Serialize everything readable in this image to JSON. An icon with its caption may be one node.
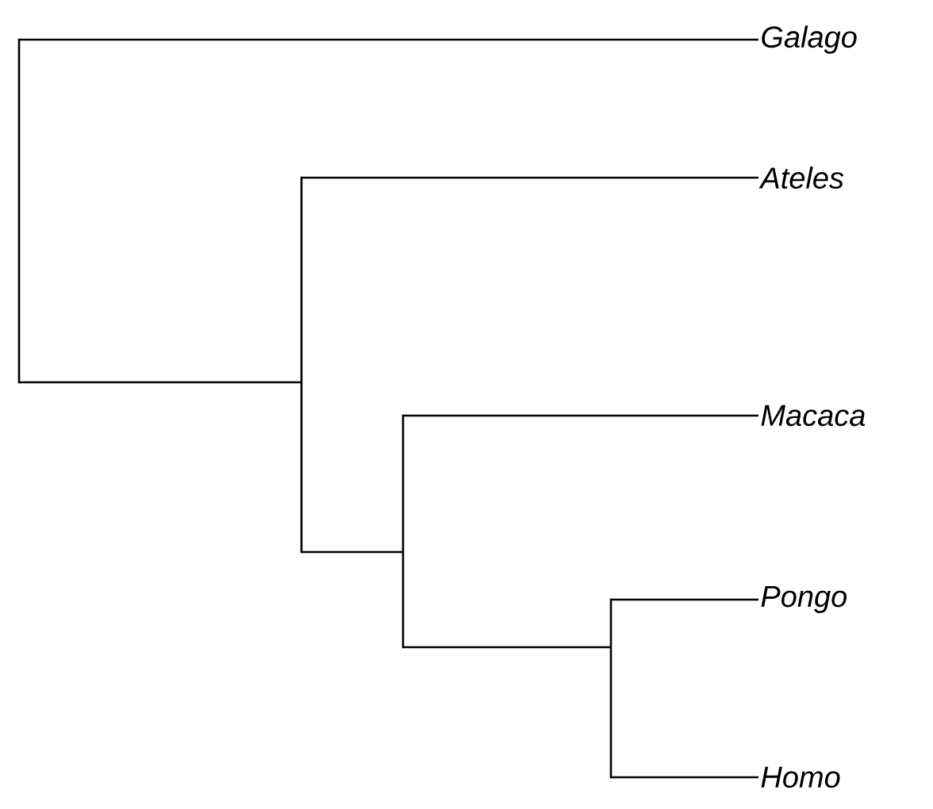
{
  "diagram": {
    "nodes": [
      {
        "text": [],
        "shape": "bar"
      },
      {
        "text": [
          "Galago"
        ]
      },
      {
        "text": [],
        "shape": "bar"
      },
      {
        "text": [
          "Ateles"
        ]
      },
      {
        "text": [],
        "shape": "bar"
      },
      {
        "text": [
          "Macaca"
        ]
      },
      {
        "text": [],
        "shape": "bar"
      },
      {
        "text": [
          "Pongo"
        ]
      },
      {
        "text": [
          "Homo"
        ]
      }
    ],
    "edges": [
      {
        "from": 0,
        "to": 1,
        "arrow": "none"
      },
      {
        "from": 0,
        "to": 2,
        "arrow": "none"
      },
      {
        "from": 2,
        "to": 3,
        "arrow": "none"
      },
      {
        "from": 2,
        "to": 4,
        "arrow": "none"
      },
      {
        "from": 4,
        "to": 5,
        "arrow": "none"
      },
      {
        "from": 4,
        "to": 6,
        "arrow": "none"
      },
      {
        "from": 6,
        "to": 7,
        "arrow": "none"
      },
      {
        "from": 6,
        "to": 8,
        "arrow": "none"
      }
    ]
  }
}
